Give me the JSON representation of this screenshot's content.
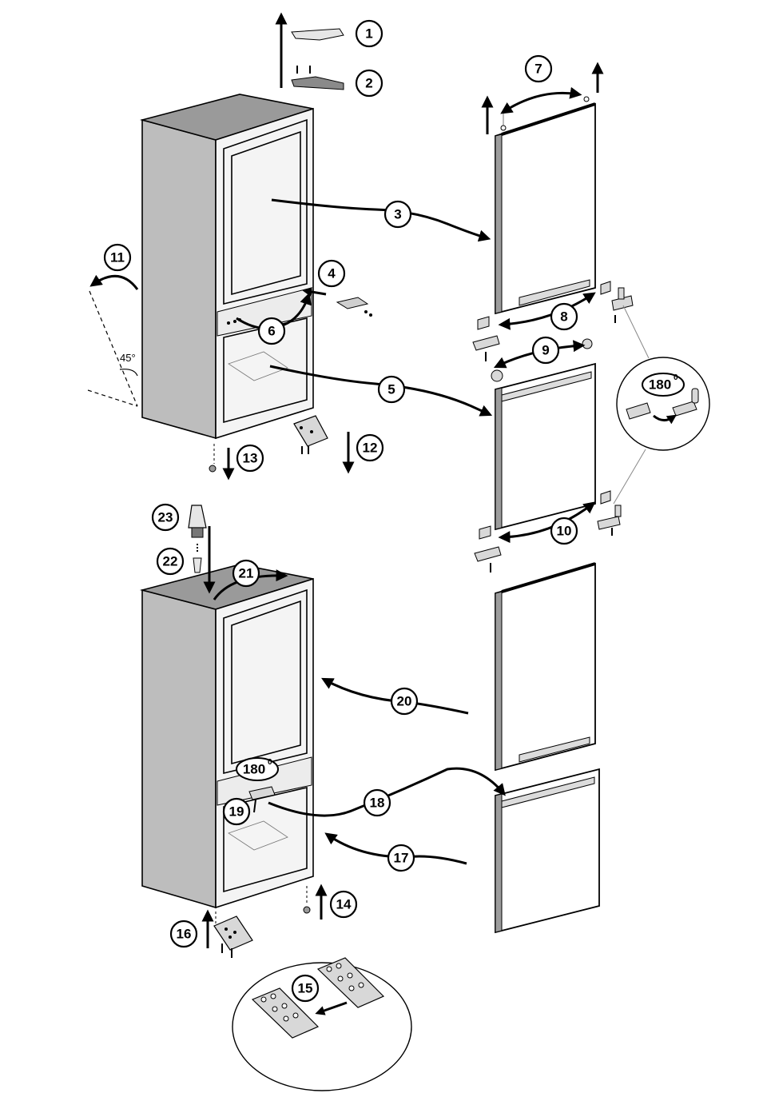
{
  "callouts": [
    "1",
    "2",
    "3",
    "4",
    "5",
    "6",
    "7",
    "8",
    "9",
    "10",
    "11",
    "12",
    "13",
    "14",
    "15",
    "16",
    "17",
    "18",
    "19",
    "20",
    "21",
    "22",
    "23"
  ],
  "labels": {
    "angle": "45°",
    "rotation_top": "180",
    "rotation_top_sup": "0",
    "rotation_bottom": "180",
    "rotation_bottom_sup": "0"
  },
  "colors": {
    "cabinet_side": "#bdbdbd",
    "cabinet_top": "#9a9a9a",
    "cabinet_front": "#f4f4f4",
    "door_side": "#9c9c9c",
    "door_front": "#ffffff",
    "ink": "#000000"
  }
}
